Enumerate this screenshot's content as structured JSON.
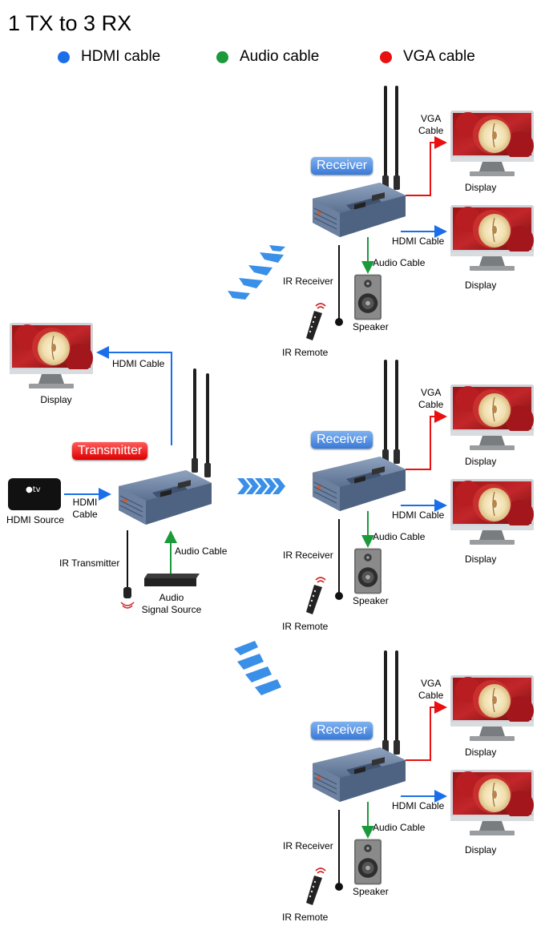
{
  "title": "1 TX to 3 RX",
  "legend": [
    {
      "label": "HDMI cable",
      "color": "#1a6fe8"
    },
    {
      "label": "Audio cable",
      "color": "#1a9a3a"
    },
    {
      "label": "VGA cable",
      "color": "#e81010"
    }
  ],
  "colors": {
    "hdmi": "#1a6fe8",
    "audio": "#1a9a3a",
    "vga": "#e81010",
    "device": "#6f86a6"
  },
  "transmitter": {
    "badge": "Transmitter",
    "display_label": "Display",
    "hdmi_cable_label": "HDMI Cable",
    "hdmi_in_label": "HDMI\nCable",
    "hdmi_source_label": "HDMI Source",
    "ir_transmitter_label": "IR Transmitter",
    "audio_cable_label": "Audio Cable",
    "audio_source_label": "Audio\nSignal Source"
  },
  "receivers": [
    {
      "badge": "Receiver",
      "vga_label": "VGA\nCable",
      "display_label": "Display",
      "hdmi_label": "HDMI Cable",
      "audio_label": "Audio Cable",
      "ir_receiver_label": "IR Receiver",
      "speaker_label": "Speaker",
      "ir_remote_label": "IR Remote"
    },
    {
      "badge": "Receiver",
      "vga_label": "VGA\nCable",
      "display_label": "Display",
      "hdmi_label": "HDMI Cable",
      "audio_label": "Audio Cable",
      "ir_receiver_label": "IR Receiver",
      "speaker_label": "Speaker",
      "ir_remote_label": "IR Remote"
    },
    {
      "badge": "Receiver",
      "vga_label": "VGA\nCable",
      "display_label": "Display",
      "hdmi_label": "HDMI Cable",
      "audio_label": "Audio Cable",
      "ir_receiver_label": "IR Receiver",
      "speaker_label": "Speaker",
      "ir_remote_label": "IR Remote"
    }
  ]
}
